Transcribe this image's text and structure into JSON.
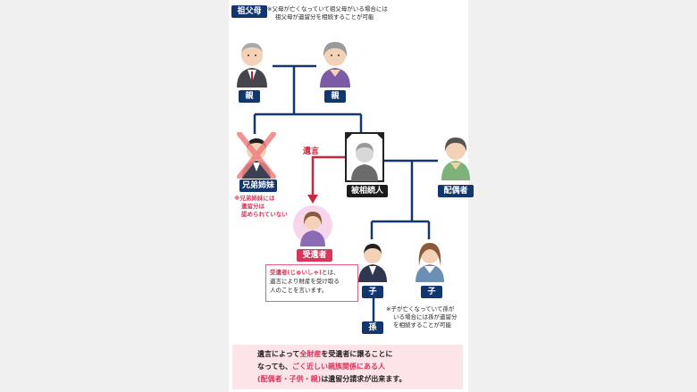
{
  "colors": {
    "navy": "#12376f",
    "pink": "#d9345a",
    "red_line": "#c9283f",
    "pink_bg": "#fde4e8"
  },
  "grandparents": {
    "label": "祖父母",
    "note_line1": "※父母が亡くなっていて祖父母がいる場合には",
    "note_line2": "祖父母が遺留分を相続することが可能"
  },
  "parents": {
    "father_label": "親",
    "mother_label": "親"
  },
  "siblings": {
    "label": "兄弟姉妹",
    "note_line1": "※兄弟姉妹には",
    "note_line2": "遺留分は",
    "note_line3": "認められていない"
  },
  "will": {
    "label": "遺言"
  },
  "decedent": {
    "label": "被相続人"
  },
  "spouse": {
    "label": "配偶者"
  },
  "legatee": {
    "label": "受遺者",
    "term": "受遺者(じゅいしゃ)",
    "def_line1_rest": "とは、",
    "def_line2": "遺言により財産を受け取る",
    "def_line3": "人のことを言います。"
  },
  "children": {
    "child1_label": "子",
    "child2_label": "子",
    "grandchild_label": "孫",
    "note_line1": "※子が亡くなっていて孫が",
    "note_line2": "いる場合には孫が遺留分",
    "note_line3": "を相続することが可能"
  },
  "summary": {
    "l1a": "遺言によって",
    "l1b": "全財産",
    "l1c": "を受遺者に譲ることに",
    "l2a": "なっても、",
    "l2b": "ごく近しい親族関係にある人",
    "l3a": "(配偶者・子供・親)",
    "l3b": "は遺留分請求が出来ます。"
  }
}
